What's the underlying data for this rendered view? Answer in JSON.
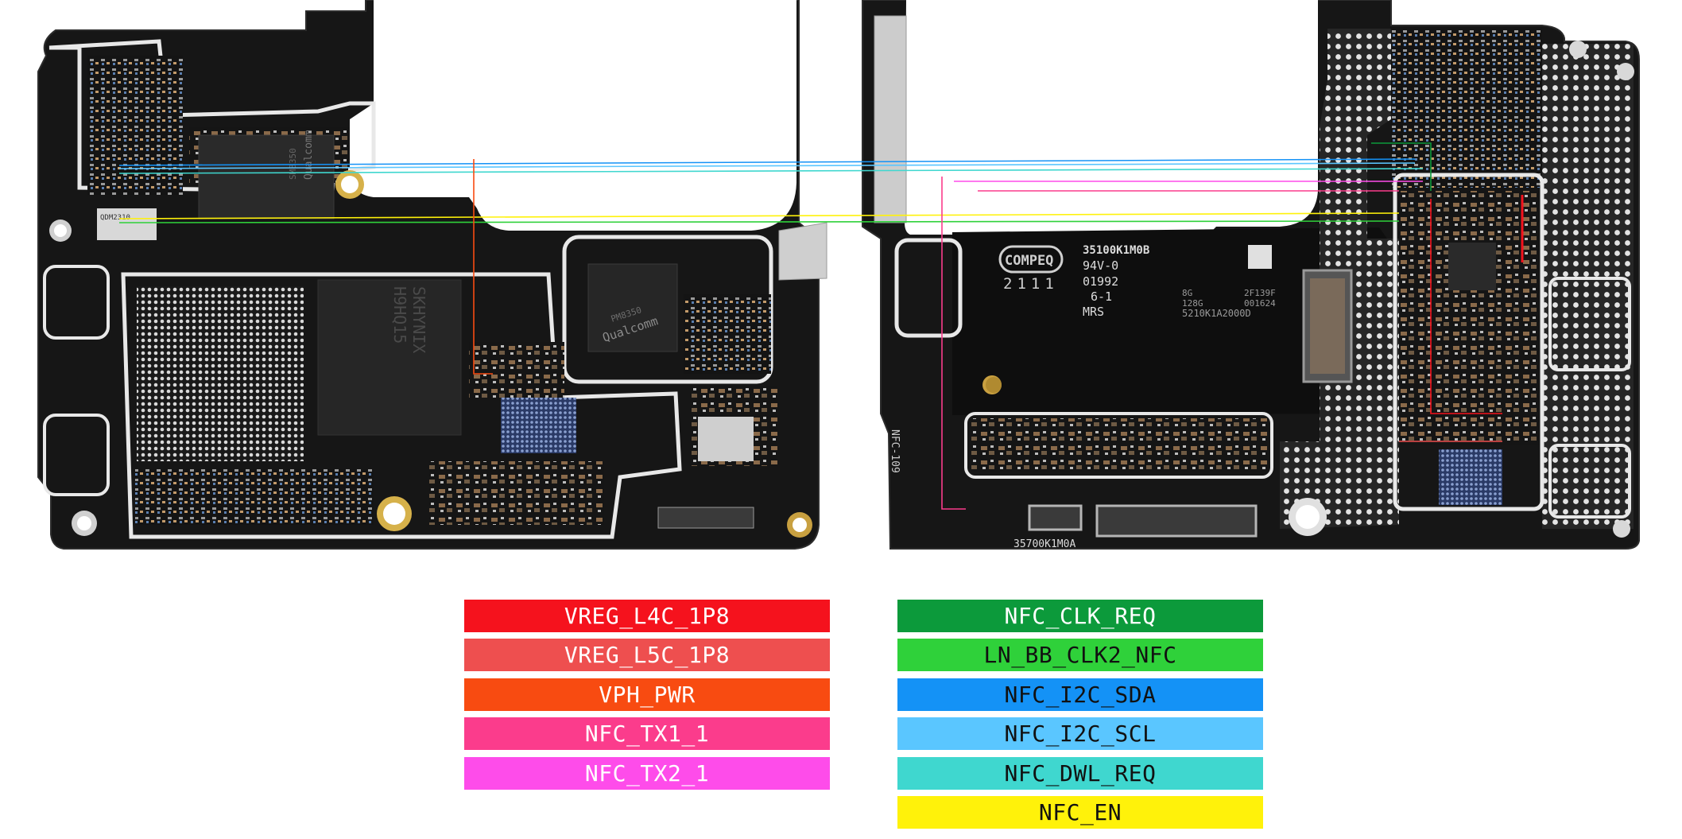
{
  "boards": {
    "left": {
      "labels": {
        "soc_brand": "Qualcomm",
        "mem_line1": "SKHYNIX",
        "mem_line2": "H9HQ15",
        "chip_code": "SM8350",
        "pmic_brand": "Qualcomm",
        "pmic_code": "PM8350",
        "module_a": "QDM2310"
      }
    },
    "right": {
      "labels": {
        "brand": "COMPEQ",
        "date_a": "2111",
        "part_no": "35100K1M0B",
        "rating": "94V-0",
        "lot": "01992",
        "rev": "6-1",
        "mrs": "MRS",
        "mem_a": "8G",
        "mem_b": "128G",
        "code_a": "2F139F",
        "code_b": "001624",
        "serial": "5210K1A2000D",
        "bottom_part": "35700K1M0A",
        "side_text": "NFC-109"
      }
    }
  },
  "legend": {
    "left": [
      {
        "label": "VREG_L4C_1P8",
        "bg": "#f5121d",
        "fg": "#ffffff"
      },
      {
        "label": "VREG_L5C_1P8",
        "bg": "#ee4f4f",
        "fg": "#ffffff"
      },
      {
        "label": "VPH_PWR",
        "bg": "#f84b11",
        "fg": "#ffffff"
      },
      {
        "label": "NFC_TX1_1",
        "bg": "#fb3c8c",
        "fg": "#ffffff"
      },
      {
        "label": "NFC_TX2_1",
        "bg": "#fe4cea",
        "fg": "#ffffff"
      }
    ],
    "right": [
      {
        "label": "NFC_CLK_REQ",
        "bg": "#0c9a3b",
        "fg": "#ffffff"
      },
      {
        "label": "LN_BB_CLK2_NFC",
        "bg": "#2fd13a",
        "fg": "#111111"
      },
      {
        "label": "NFC_I2C_SDA",
        "bg": "#1492f6",
        "fg": "#111111"
      },
      {
        "label": "NFC_I2C_SCL",
        "bg": "#5ac6ff",
        "fg": "#111111"
      },
      {
        "label": "NFC_DWL_REQ",
        "bg": "#3fd7cf",
        "fg": "#111111"
      },
      {
        "label": "NFC_EN",
        "bg": "#fff20a",
        "fg": "#111111"
      }
    ]
  }
}
